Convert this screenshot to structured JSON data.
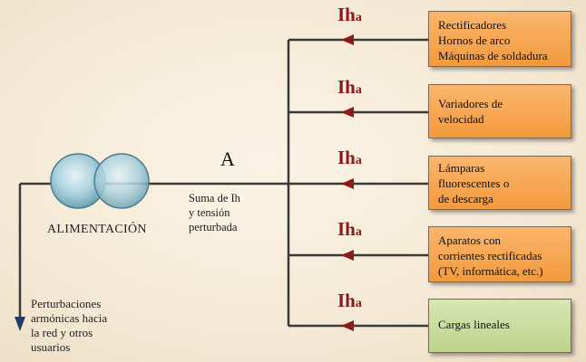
{
  "supply": {
    "label": "ALIMENTACIÓN",
    "transformer_icon": "transformer-two-circles-icon"
  },
  "point": {
    "label": "A",
    "note_lines": [
      "Suma de Ih",
      "y tensión",
      "perturbada"
    ]
  },
  "network_note": {
    "lines": [
      "Perturbaciones",
      "armónicas hacia",
      "la red y otros",
      "usuarios"
    ]
  },
  "current_label": {
    "main": "Ih",
    "sub": "a"
  },
  "loads": [
    {
      "lines": [
        "Rectificadores",
        "Hornos de arco",
        "Máquinas de soldadura"
      ],
      "color": "#f6a450"
    },
    {
      "lines": [
        "Variadores de",
        "velocidad"
      ],
      "color": "#f6a450"
    },
    {
      "lines": [
        "Lámparas",
        "fluorescentes o",
        "de descarga"
      ],
      "color": "#f6a450"
    },
    {
      "lines": [
        "Aparatos con",
        "corrientes rectificadas",
        "(TV, informática, etc.)"
      ],
      "color": "#f6a450"
    },
    {
      "lines": [
        "Cargas lineales"
      ],
      "color": "#c9dc9c"
    }
  ],
  "colors": {
    "wire": "#3a3a3a",
    "arrow": "#8b1a1a",
    "label_ih": "#8b1a1a",
    "network_arrow": "#1f3d66"
  }
}
